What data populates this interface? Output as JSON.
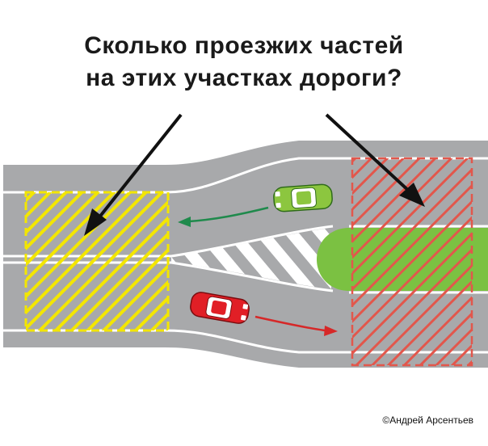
{
  "title": {
    "line1": "Сколько проезжих частей",
    "line2": "на этих участках дороги?"
  },
  "copyright": "©Андрей Арсентьев",
  "icons": {
    "left_pointer": "arrow-down-left-icon",
    "right_pointer": "arrow-down-right-icon",
    "direction_left": "direction-arrow-left-icon",
    "direction_right": "direction-arrow-right-icon",
    "car_green": "car-green-icon",
    "car_red": "car-red-icon"
  },
  "colors": {
    "road": "#a8a9ab",
    "road_dark": "#9a9b9d",
    "lane_marking": "#ffffff",
    "median_green": "#7bc142",
    "left_zone_hatch": "#f3e600",
    "right_zone_hatch": "#e2574c",
    "green_car": "#8cc63f",
    "red_car": "#e11f26",
    "green_arrow": "#1f8a4c",
    "red_arrow": "#d62828",
    "pointer_arrow": "#111111"
  }
}
